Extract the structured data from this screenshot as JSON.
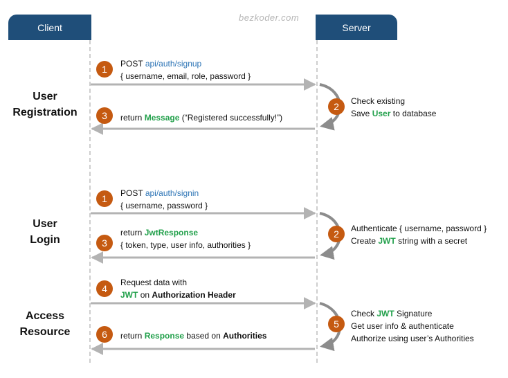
{
  "watermark": "bezkoder.com",
  "participants": {
    "client": "Client",
    "server": "Server"
  },
  "sections": {
    "registration": {
      "line1": "User",
      "line2": "Registration"
    },
    "login": {
      "line1": "User",
      "line2": "Login"
    },
    "access": {
      "line1": "Access",
      "line2": "Resource"
    }
  },
  "steps": {
    "reg1": {
      "num": "1",
      "method": "POST",
      "path": "api/auth/signup",
      "body": "{ username, email, role, password }"
    },
    "reg2": {
      "num": "2",
      "line1": "Check existing",
      "save": "Save",
      "user": "User",
      "to_db": "to database"
    },
    "reg3": {
      "num": "3",
      "ret": "return",
      "message": "Message",
      "detail": "(“Registered successfully!”)"
    },
    "log1": {
      "num": "1",
      "method": "POST",
      "path": "api/auth/signin",
      "body": "{ username, password }"
    },
    "log2": {
      "num": "2",
      "line1": "Authenticate { username, password }",
      "create": "Create",
      "jwt": "JWT",
      "rest": "string with a secret"
    },
    "log3": {
      "num": "3",
      "ret": "return",
      "jwtresponse": "JwtResponse",
      "body": "{ token, type, user info, authorities }"
    },
    "acc4": {
      "num": "4",
      "line1": "Request  data with",
      "jwt": "JWT",
      "on": "on",
      "header": "Authorization Header"
    },
    "acc5": {
      "num": "5",
      "check": "Check",
      "jwt": "JWT",
      "sig": "Signature",
      "line2": "Get user info & authenticate",
      "line3": "Authorize using user’s Authorities"
    },
    "acc6": {
      "num": "6",
      "ret": "return",
      "response": "Response",
      "based": "based on",
      "authorities": "Authorities"
    }
  },
  "colors": {
    "header_bg": "#1f4e79",
    "badge": "#c55a11",
    "arrow": "#b3b3b3",
    "link": "#2e75b6",
    "keyword": "#22a04b"
  }
}
